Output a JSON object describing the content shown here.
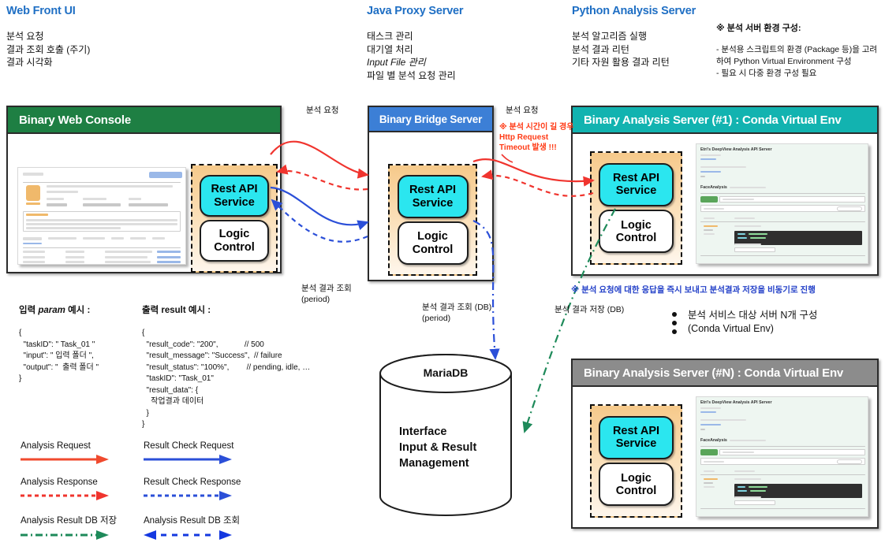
{
  "columns": [
    {
      "title": "Web Front UI",
      "lines": [
        "분석 요청",
        "결과 조회 호출 (주기)",
        "결과 시각화"
      ]
    },
    {
      "title": "Java Proxy Server",
      "lines": [
        "태스크 관리",
        "대기열 처리",
        "Input File 관리",
        "파일 별 분석 요청 관리"
      ]
    },
    {
      "title": "Python Analysis Server",
      "lines": [
        "분석 알고리즘 실행",
        "분석 결과 리턴",
        "기타 자원 활용 결과 리턴"
      ]
    }
  ],
  "env_note": {
    "title": "※ 분석 서버 환경 구성:",
    "lines": [
      "- 분석용 스크립트의 환경 (Package 등)을 고려",
      "하여 Python Virtual Environment 구성",
      "- 필요 시 다중 환경 구성 필요"
    ]
  },
  "panels": {
    "web_console": {
      "title": "Binary Web Console",
      "header_color": "#1E7F43"
    },
    "bridge": {
      "title": "Binary Bridge Server",
      "header_color": "#3C7FD6"
    },
    "analysis1": {
      "title": "Binary Analysis Server (#1) : Conda Virtual Env",
      "header_color": "#12B3B0"
    },
    "analysisN": {
      "title": "Binary Analysis Server (#N) : Conda Virtual Env",
      "header_color": "#8C8C8C"
    }
  },
  "chips": {
    "rest_line1": "Rest API",
    "rest_line2": "Service",
    "logic_line1": "Logic",
    "logic_line2": "Control",
    "rest_color": "#2BE6EF"
  },
  "mock_swagger": {
    "heading": "Etri's DeepView Analysis API Server",
    "tag": "FaceAnalysis"
  },
  "param_example": {
    "title_prefix": "입력 ",
    "title_italic": "param",
    "title_suffix": " 예시 :",
    "body": "{\n  \"taskID\": \" Task_01 \"\n  \"input\": \" 입력 폴더 \",\n  \"output\": \"  출력 폴더 \"\n}"
  },
  "result_example": {
    "title": "출력 result 예시 :",
    "body": "{\n  \"result_code\": \"200\",            // 500\n  \"result_message\": \"Success\",  // failure\n  \"result_status\": \"100%\",        // pending, idle, …\n  \"taskID\": \"Task_01\"\n  \"result_data\": {\n    작업결과 데이터\n  }\n}"
  },
  "edge_labels": {
    "req_left": "분석 요청",
    "result_poll_left": "분석 결과 조회\n(period)",
    "req_right": "분석 요청",
    "timeout_warn": [
      "※ 분석 시간이 길 경우",
      "Http Request",
      "Timeout 발생 !!!"
    ],
    "db_query": "분석 결과 조회 (DB)\n(period)",
    "db_save": "분석 결과 저장 (DB)",
    "async_note": "※ 분석 요청에 대한 응답을 즉시 보내고 분석결과 저장을 비동기로 진행",
    "n_servers": [
      "분석 서비스 대상 서버 N개 구성",
      "(Conda Virtual Env)"
    ]
  },
  "database": {
    "name": "MariaDB",
    "body": [
      "Interface",
      "Input & Result",
      "Management"
    ]
  },
  "legend": {
    "left": [
      {
        "label": "Analysis Request",
        "style": "solid",
        "color": "#F04A2E",
        "arrows": "right"
      },
      {
        "label": "Analysis Response",
        "style": "dashed",
        "color": "#F0342E",
        "arrows": "right"
      },
      {
        "label": "Analysis Result DB 저장",
        "style": "dashdot",
        "color": "#1E8A5A",
        "arrows": "right"
      }
    ],
    "right": [
      {
        "label": "Result Check Request",
        "style": "solid",
        "color": "#2B4FD8",
        "arrows": "right"
      },
      {
        "label": "Result Check Response",
        "style": "dashed",
        "color": "#2B4FD8",
        "arrows": "right"
      },
      {
        "label": "Analysis Result DB 조회",
        "style": "dashdot",
        "color": "#1438E0",
        "arrows": "both"
      }
    ]
  }
}
